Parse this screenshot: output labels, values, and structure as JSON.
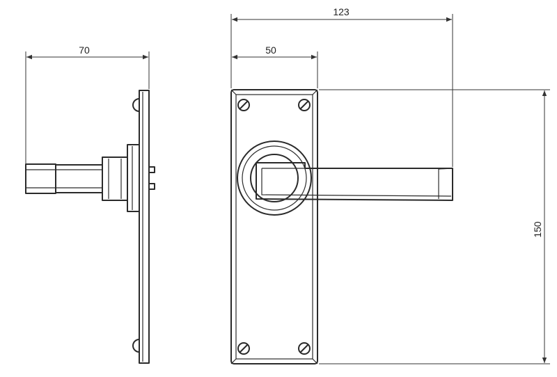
{
  "dimensions": {
    "side_projection": "70",
    "overall_length": "123",
    "lever_offset": "50",
    "plate_height": "150"
  },
  "colors": {
    "line": "#2a2a2a",
    "background": "#ffffff"
  }
}
